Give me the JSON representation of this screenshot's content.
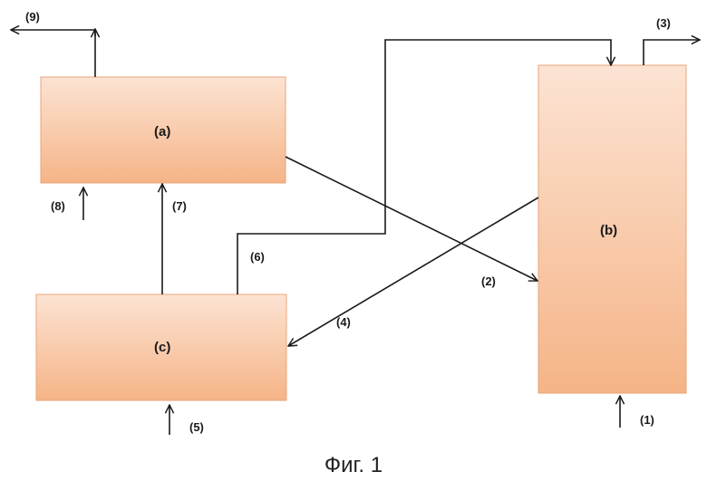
{
  "blocks": {
    "a": "(a)",
    "b": "(b)",
    "c": "(c)"
  },
  "flows": {
    "f1": "(1)",
    "f2": "(2)",
    "f3": "(3)",
    "f4": "(4)",
    "f5": "(5)",
    "f6": "(6)",
    "f7": "(7)",
    "f8": "(8)",
    "f9": "(9)"
  },
  "caption": "Фиг. 1",
  "colors": {
    "box_top": "#fce3d3",
    "box_bottom": "#f5b487",
    "line": "#1a1a1a"
  }
}
